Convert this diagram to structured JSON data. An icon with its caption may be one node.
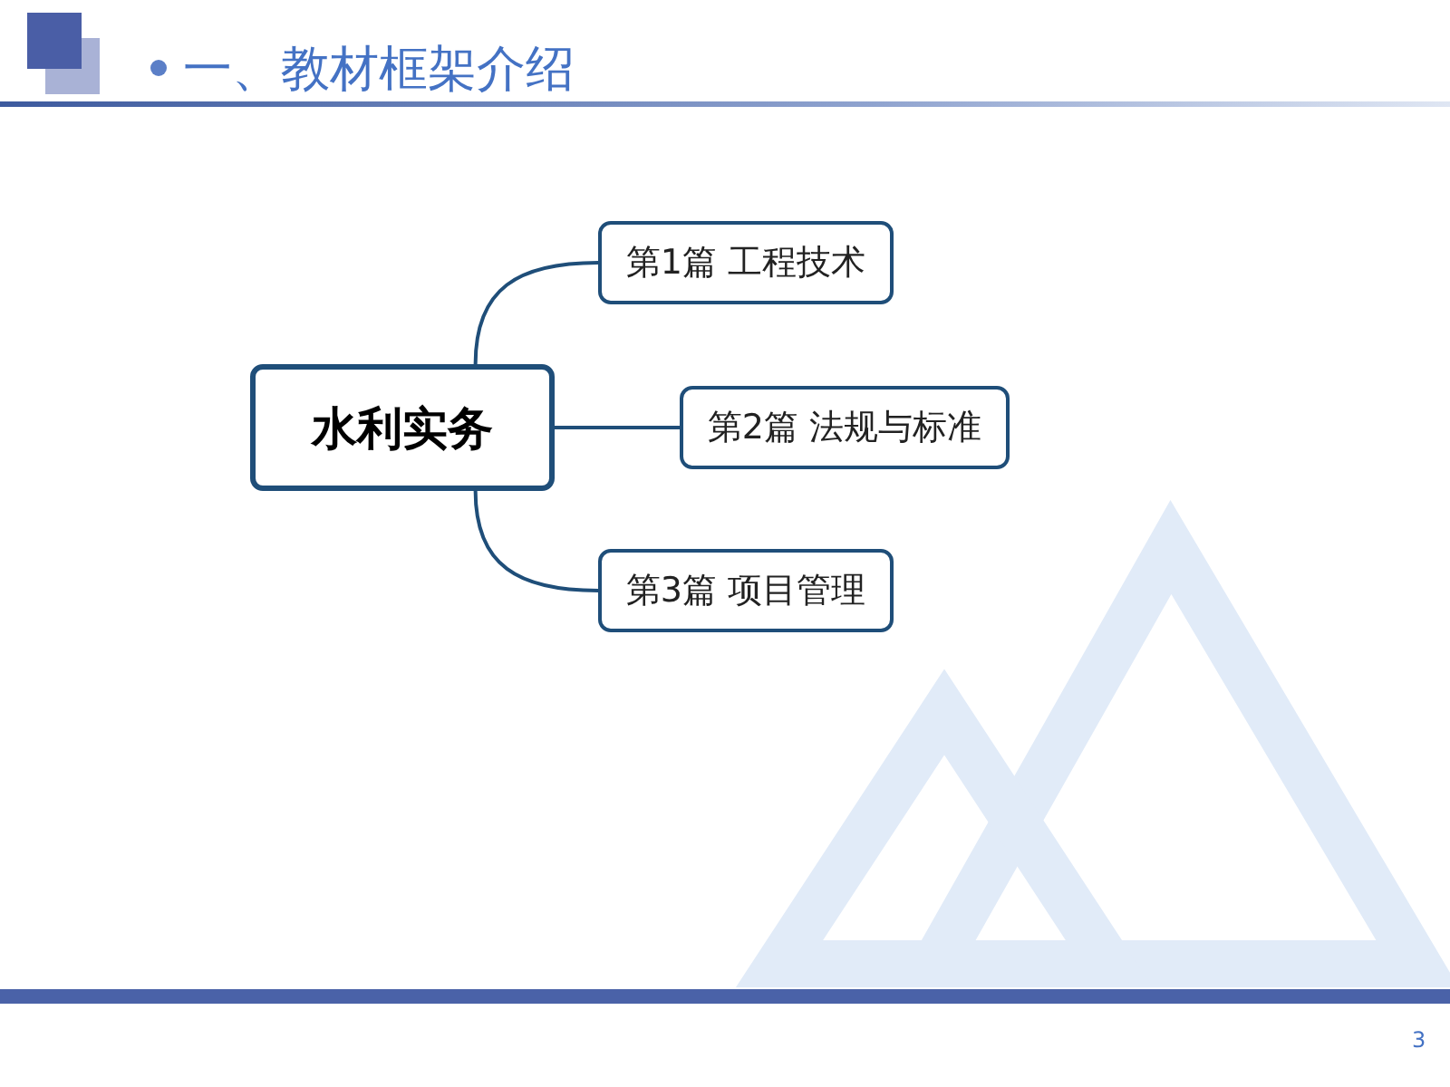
{
  "diagram": {
    "title": "一、教材框架介绍",
    "nodes": [
      {
        "text": [
          "水利实务"
        ]
      },
      {
        "text": [
          "第1篇 工程技术"
        ]
      },
      {
        "text": [
          "第2篇 法规与标准"
        ]
      },
      {
        "text": [
          "第3篇 项目管理"
        ]
      }
    ],
    "edges": [
      {
        "from": 0,
        "to": 1,
        "arrow": "none"
      },
      {
        "from": 0,
        "to": 2,
        "arrow": "none"
      },
      {
        "from": 0,
        "to": 3,
        "arrow": "none"
      }
    ],
    "labels": [
      "3"
    ]
  }
}
